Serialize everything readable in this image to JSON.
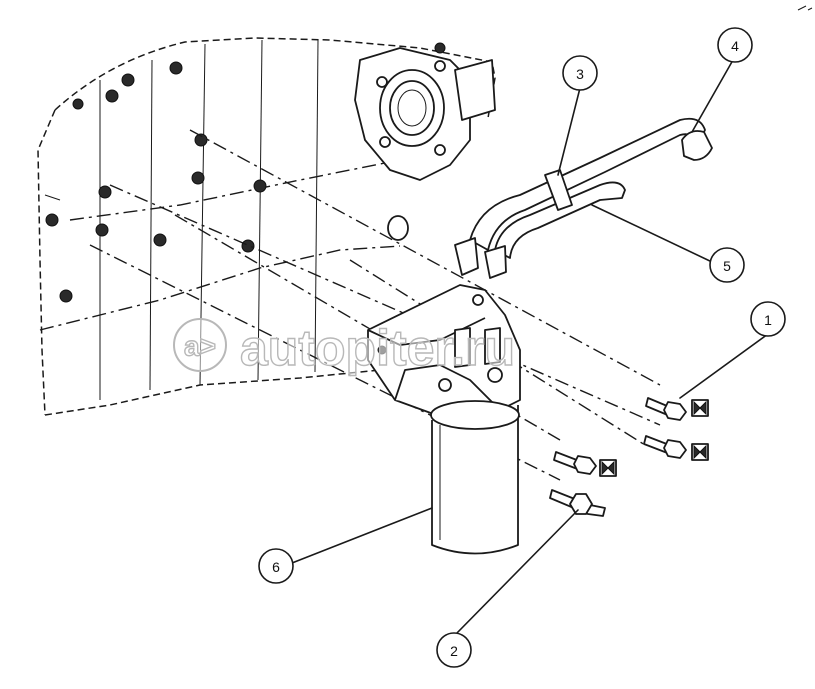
{
  "watermark": {
    "text": "autopiter.ru",
    "logo_icon": "autopiter-logo-icon"
  },
  "callouts": [
    {
      "id": "1",
      "label": "1"
    },
    {
      "id": "2",
      "label": "2"
    },
    {
      "id": "3",
      "label": "3"
    },
    {
      "id": "4",
      "label": "4"
    },
    {
      "id": "5",
      "label": "5"
    },
    {
      "id": "6",
      "label": "6"
    }
  ],
  "icons": [
    "bolt-icon",
    "filter-icon",
    "fuel-line-icon",
    "torque-marker-icon",
    "engine-block-icon"
  ],
  "colors": {
    "line": "#1a1a1a",
    "background": "#ffffff",
    "watermark": "#b8b8b8"
  }
}
